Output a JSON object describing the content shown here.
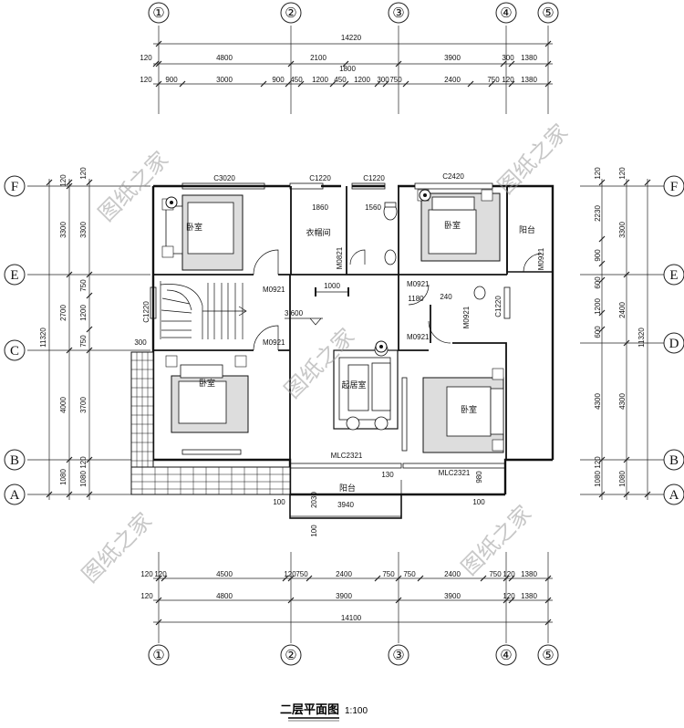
{
  "title": "二层平面图",
  "scale": "1:100",
  "watermark": "图纸之家",
  "axes_vertical": [
    "①",
    "②",
    "③",
    "④",
    "⑤"
  ],
  "axes_horizontal_left": [
    "F",
    "E",
    "C",
    "B",
    "A"
  ],
  "axes_horizontal_right": [
    "F",
    "E",
    "D",
    "B",
    "A"
  ],
  "top_dims": {
    "total": "14220",
    "row1": [
      "120",
      "4800",
      "2100",
      "1800",
      "3900",
      "300",
      "1380"
    ],
    "row2": [
      "120",
      "900",
      "3000",
      "900",
      "450",
      "1200",
      "450",
      "1200",
      "300",
      "750",
      "2400",
      "750",
      "120",
      "1380"
    ]
  },
  "bottom_dims": {
    "total": "14100",
    "row1": [
      "120",
      "120",
      "4500",
      "120",
      "750",
      "2400",
      "750",
      "750",
      "2400",
      "750",
      "120",
      "1380"
    ],
    "row2": [
      "120",
      "4800",
      "3900",
      "3900",
      "120",
      "1380"
    ]
  },
  "left_dims": {
    "total": "11320",
    "outer": [
      "120",
      "3300",
      "2700",
      "4000",
      "1080"
    ],
    "inner": [
      "120",
      "3300",
      "750",
      "1200",
      "750",
      "3700",
      "120",
      "1080"
    ]
  },
  "right_dims": {
    "total": "11320",
    "outer": [
      "120",
      "3300",
      "2400",
      "4300",
      "1080"
    ],
    "inner": [
      "120",
      "2230",
      "900",
      "600",
      "1200",
      "600",
      "4300",
      "120",
      "1080"
    ]
  },
  "rooms": {
    "bedroom_nw": "卧室",
    "cloakroom": "衣帽间",
    "bedroom_ne": "卧室",
    "balcony_e": "阳台",
    "bedroom_w": "卧室",
    "living": "起居室",
    "bedroom_se": "卧室",
    "balcony_s": "阳台"
  },
  "windows": {
    "c3020": "C3020",
    "c1220a": "C1220",
    "c1220b": "C1220",
    "c2420": "C2420",
    "c1220_left": "C1220",
    "c1220_right": "C1220",
    "mlc2321a": "MLC2321",
    "mlc2321b": "MLC2321"
  },
  "doors": {
    "m0921_1": "M0921",
    "m0921_2": "M0921",
    "m0921_3": "M0921",
    "m0921_4": "M0921",
    "m0921_5": "M0921",
    "m0921_6": "M0921",
    "m0821": "M0821"
  },
  "inner_dims": {
    "d1860": "1860",
    "d1560": "1560",
    "d1000": "1000",
    "d1180": "1180",
    "d240": "240",
    "d300": "300",
    "d3940": "3940",
    "d2030": "2030",
    "d100a": "100",
    "d100b": "100",
    "d100c": "100",
    "d980": "980",
    "d130": "130"
  },
  "level": "3.600"
}
